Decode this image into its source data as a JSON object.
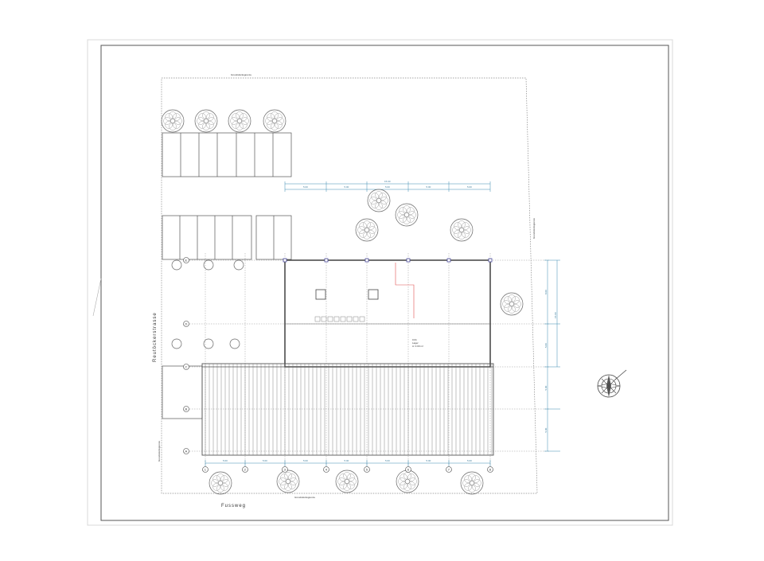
{
  "labels": {
    "street": "Reutöckerstrasse",
    "footpath": "Fussweg",
    "boundary_top": "Grundstücksgrenze",
    "boundary_right": "Grundstücksgrenze",
    "boundary_left": "Grundstücksgrenze",
    "boundary_bottom": "Grundstücksgrenze",
    "room": "Lager",
    "room_code": "0.01",
    "room_area": "A: 0.00 m²"
  },
  "grid_columns": [
    "1",
    "2",
    "3",
    "4",
    "5",
    "6",
    "7",
    "8"
  ],
  "grid_rows": [
    "E",
    "D",
    "C",
    "B",
    "A"
  ],
  "dims_top": {
    "total": "15.00",
    "segments": [
      "5.00",
      "5.00",
      "5.00",
      "5.00",
      "5.00"
    ]
  },
  "dims_bottom": [
    "5.00",
    "5.00",
    "5.00",
    "5.00",
    "5.00",
    "5.00",
    "5.00"
  ],
  "dims_right_inner": [
    "8.00",
    "5.00",
    "5.00",
    "5.00"
  ],
  "dims_right_outer": "15.00",
  "colors": {
    "line": "#444444",
    "dim": "#3a8ab0",
    "red": "#e05050",
    "blue": "#4a4a9a"
  }
}
